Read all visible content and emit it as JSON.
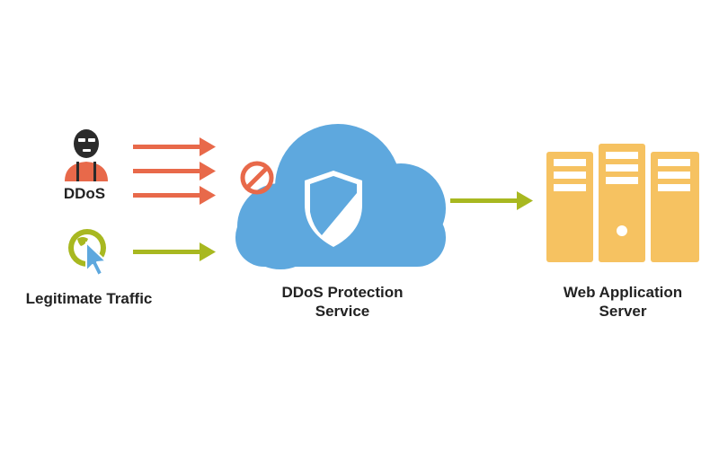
{
  "nodes": {
    "ddos": {
      "label": "DDoS"
    },
    "legitimate": {
      "label": "Legitimate Traffic"
    },
    "protection": {
      "label_line1": "DDoS Protection",
      "label_line2": "Service"
    },
    "server": {
      "label_line1": "Web Application",
      "label_line2": "Server"
    }
  },
  "icons": {
    "attacker": "attacker-icon",
    "globe_cursor": "globe-cursor-icon",
    "cloud": "cloud-icon",
    "shield": "shield-icon",
    "block": "block-icon",
    "server": "server-icon"
  },
  "colors": {
    "attack_arrow": "#e8694a",
    "legit_arrow": "#a8b820",
    "cloud": "#5ea8de",
    "server": "#f6c261",
    "attacker_body": "#e8694a",
    "attacker_mask": "#2b2b2b",
    "cursor": "#5ea8de",
    "text": "#222222"
  }
}
